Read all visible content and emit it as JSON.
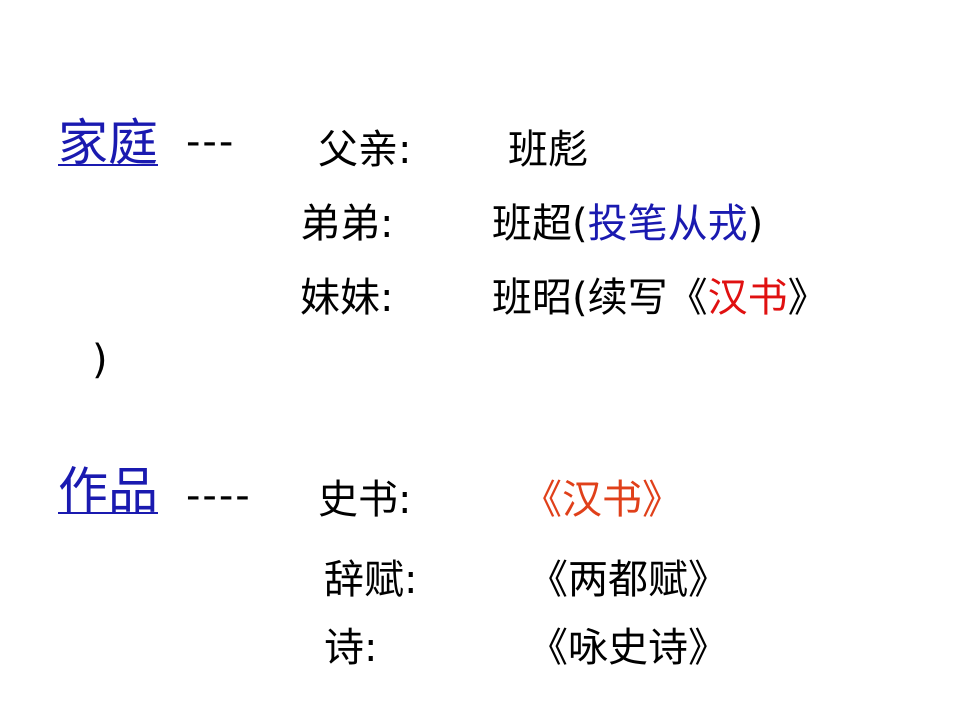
{
  "family": {
    "heading": "家庭",
    "dashes": "---",
    "father": {
      "label": "父亲:",
      "value": "班彪"
    },
    "brother": {
      "label": "弟弟:",
      "name": "班超(",
      "highlight": "投笔从戎",
      "close": ")"
    },
    "sister": {
      "label": "妹妹:",
      "name": "班昭(",
      "text": "续写",
      "open_quote": "《",
      "highlight": "汉书",
      "close_quote": "》",
      "close": ")"
    }
  },
  "works": {
    "heading": "作品",
    "dashes": "----",
    "history": {
      "label": "史书:",
      "value": "《汉书》"
    },
    "fu": {
      "label": "辞赋:",
      "value": "《两都赋》"
    },
    "poem": {
      "label": "诗:",
      "value": "《咏史诗》"
    }
  },
  "colors": {
    "heading_link": "#1a1ab0",
    "highlight_blue": "#1a1ab0",
    "highlight_red": "#e01010",
    "highlight_orange": "#e0401a",
    "text": "#000000"
  }
}
